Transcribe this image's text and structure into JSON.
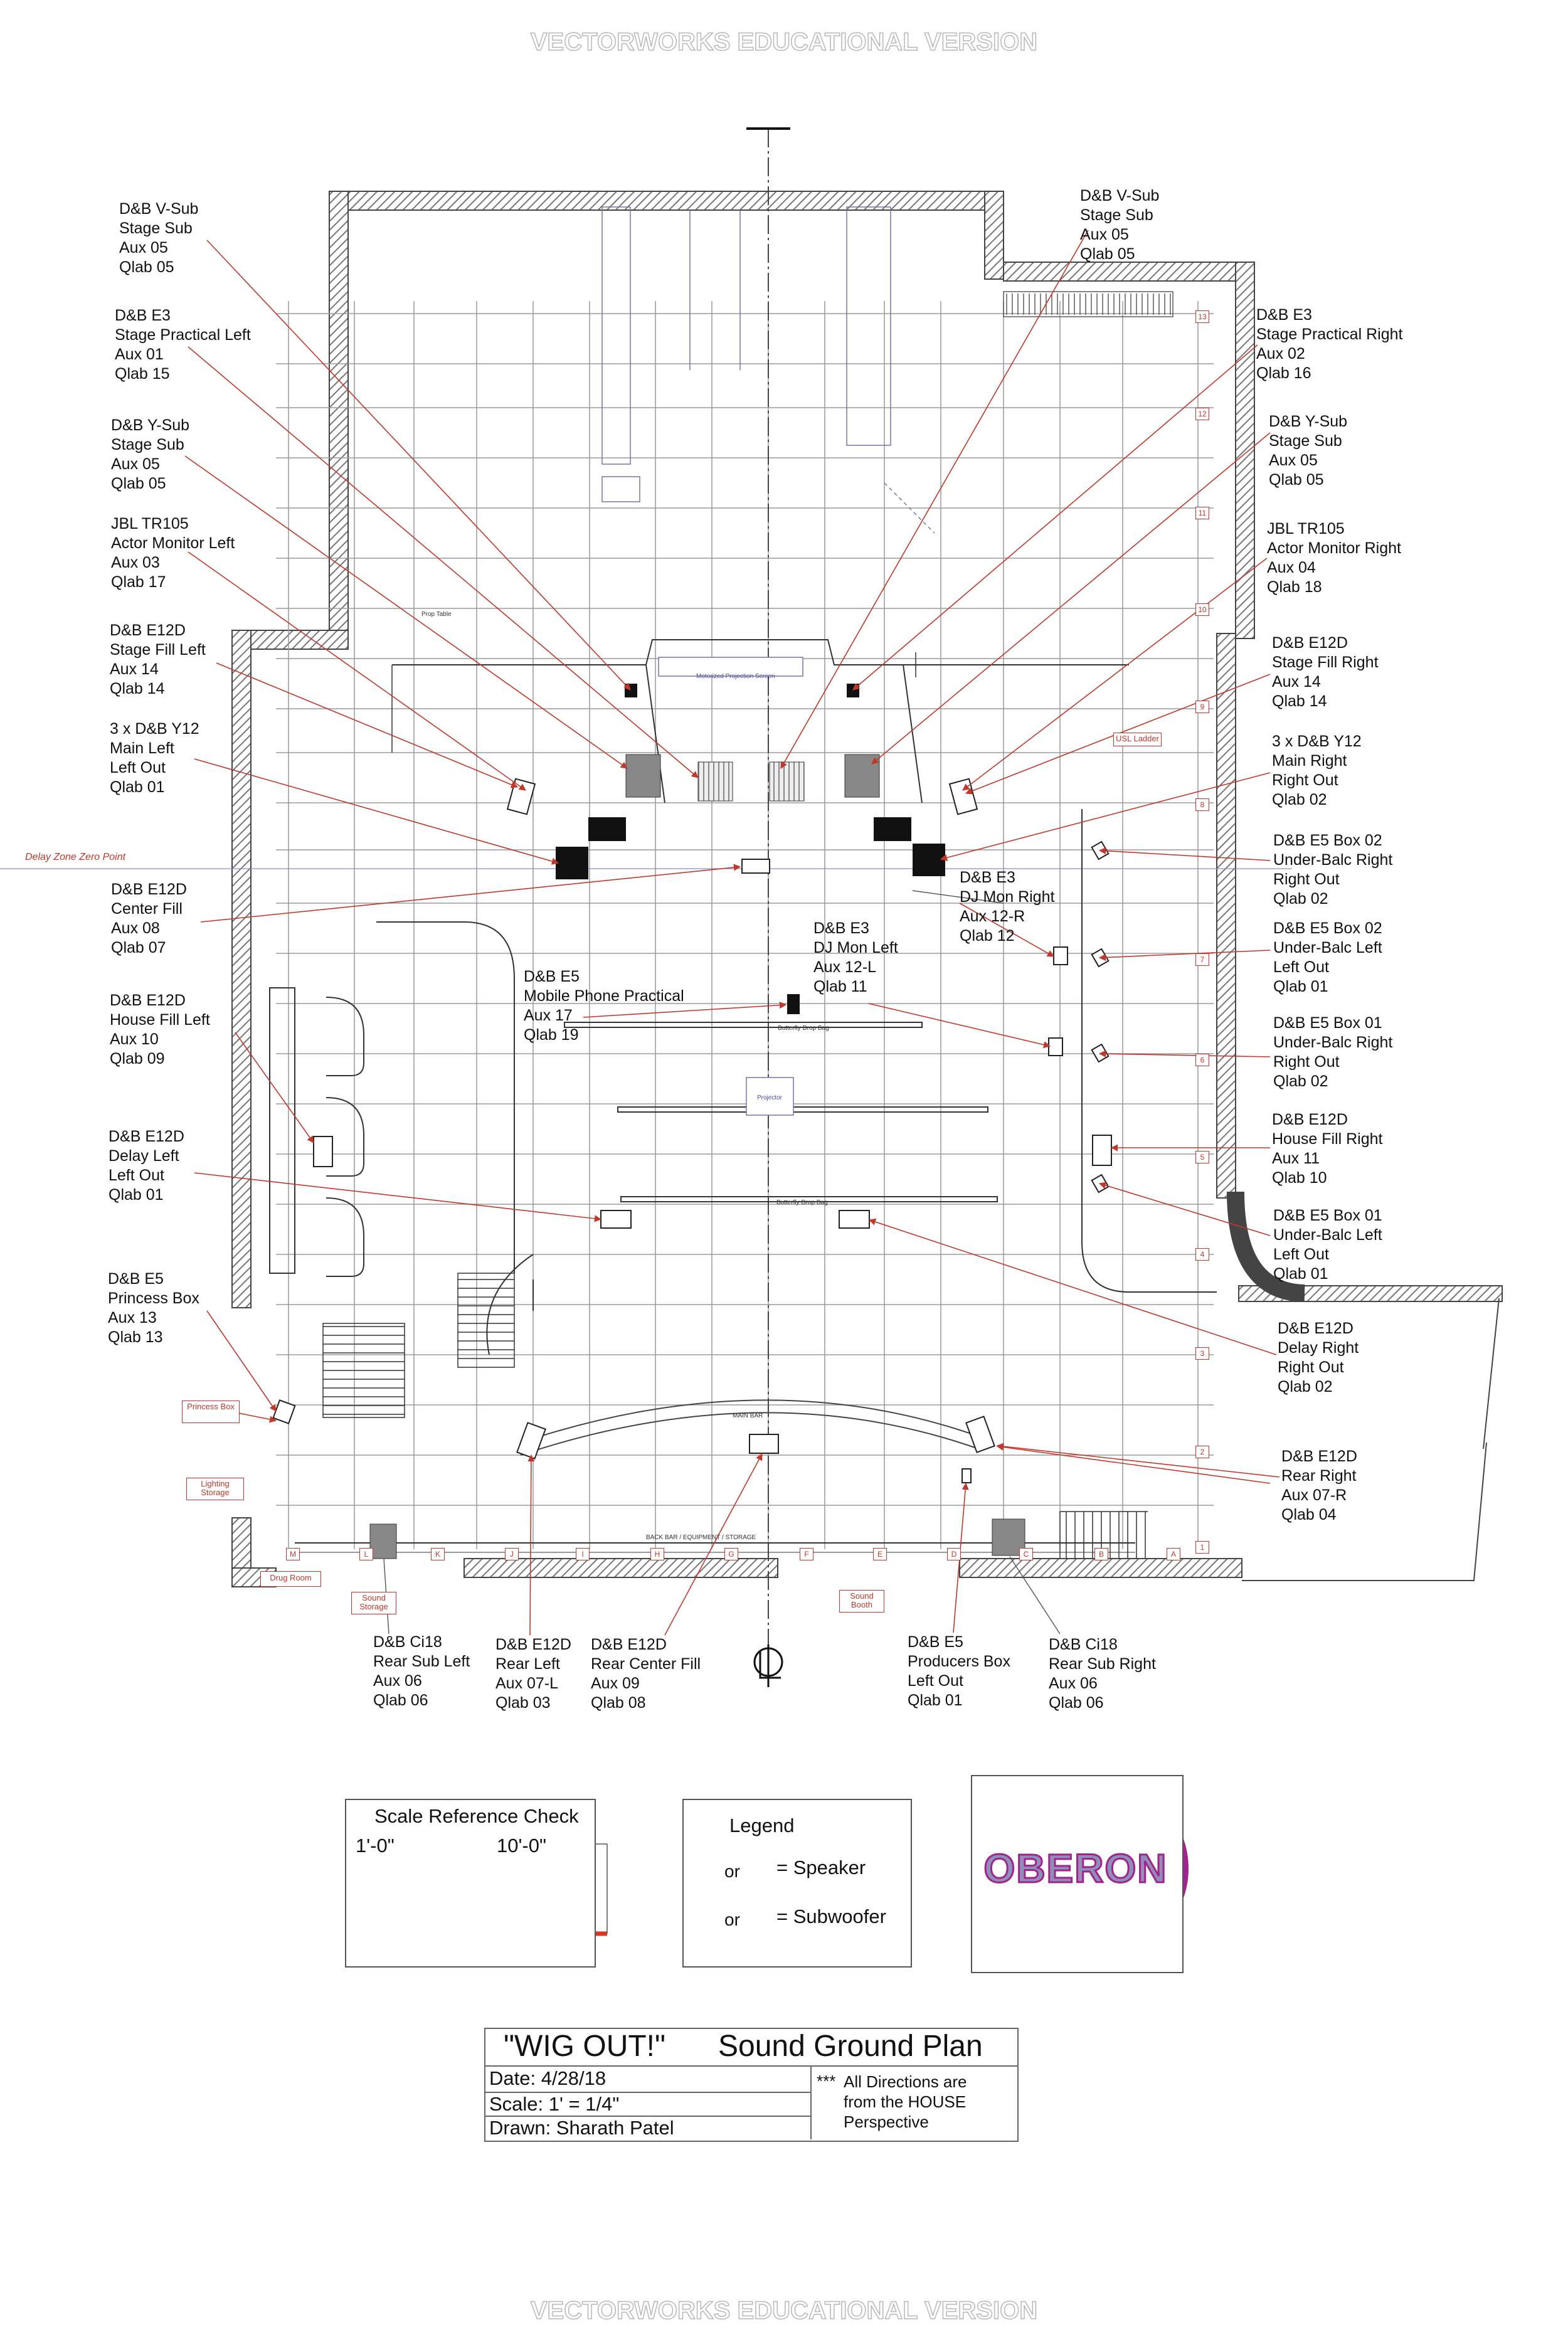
{
  "watermark": "VECTORWORKS EDUCATIONAL VERSION",
  "delay_zone": "Delay Zone Zero Point",
  "callouts": {
    "vsub_left": [
      "D&B V-Sub",
      "Stage Sub",
      "Aux 05",
      "Qlab 05"
    ],
    "e3_left": [
      "D&B E3",
      "Stage Practical Left",
      "Aux 01",
      "Qlab 15"
    ],
    "ysub_left": [
      "D&B Y-Sub",
      "Stage Sub",
      "Aux 05",
      "Qlab 05"
    ],
    "jbl_left": [
      "JBL TR105",
      "Actor Monitor Left",
      "Aux 03",
      "Qlab 17"
    ],
    "e12d_stagefill_left": [
      "D&B E12D",
      "Stage Fill Left",
      "Aux 14",
      "Qlab 14"
    ],
    "y12_left": [
      "3 x D&B Y12",
      "Main Left",
      "Left Out",
      "Qlab 01"
    ],
    "e12d_center": [
      "D&B E12D",
      "Center Fill",
      "Aux 08",
      "Qlab 07"
    ],
    "e12d_housefill_left": [
      "D&B E12D",
      "House Fill Left",
      "Aux 10",
      "Qlab 09"
    ],
    "e12d_delay_left": [
      "D&B E12D",
      "Delay Left",
      "Left Out",
      "Qlab 01"
    ],
    "e5_princess": [
      "D&B E5",
      "Princess Box",
      "Aux 13",
      "Qlab 13"
    ],
    "e5_mobile": [
      "D&B E5",
      "Mobile Phone Practical",
      "Aux 17",
      "Qlab 19"
    ],
    "e3_djmon_left": [
      "D&B E3",
      "DJ Mon Left",
      "Aux 12-L",
      "Qlab 11"
    ],
    "e3_djmon_right": [
      "D&B E3",
      "DJ Mon Right",
      "Aux 12-R",
      "Qlab 12"
    ],
    "vsub_right": [
      "D&B V-Sub",
      "Stage Sub",
      "Aux 05",
      "Qlab 05"
    ],
    "e3_right": [
      "D&B E3",
      "Stage Practical Right",
      "Aux 02",
      "Qlab 16"
    ],
    "ysub_right": [
      "D&B Y-Sub",
      "Stage Sub",
      "Aux 05",
      "Qlab 05"
    ],
    "jbl_right": [
      "JBL TR105",
      "Actor Monitor Right",
      "Aux 04",
      "Qlab 18"
    ],
    "e12d_stagefill_right": [
      "D&B E12D",
      "Stage Fill Right",
      "Aux 14",
      "Qlab 14"
    ],
    "y12_right": [
      "3 x D&B Y12",
      "Main Right",
      "Right Out",
      "Qlab 02"
    ],
    "e5_box02_right": [
      "D&B E5 Box 02",
      "Under-Balc Right",
      "Right Out",
      "Qlab 02"
    ],
    "e5_box02_left": [
      "D&B E5 Box 02",
      "Under-Balc Left",
      "Left Out",
      "Qlab 01"
    ],
    "e5_box01_right": [
      "D&B E5 Box 01",
      "Under-Balc Right",
      "Right Out",
      "Qlab 02"
    ],
    "e12d_housefill_right": [
      "D&B E12D",
      "House Fill Right",
      "Aux 11",
      "Qlab 10"
    ],
    "e5_box01_left": [
      "D&B E5 Box 01",
      "Under-Balc Left",
      "Left Out",
      "Qlab 01"
    ],
    "e12d_delay_right": [
      "D&B E12D",
      "Delay Right",
      "Right Out",
      "Qlab 02"
    ],
    "e12d_rear_right": [
      "D&B E12D",
      "Rear Right",
      "Aux 07-R",
      "Qlab 04"
    ],
    "ci18_rear_left": [
      "D&B Ci18",
      "Rear Sub Left",
      "Aux 06",
      "Qlab 06"
    ],
    "e12d_rear_left": [
      "D&B E12D",
      "Rear Left",
      "Aux 07-L",
      "Qlab 03"
    ],
    "e12d_rear_center": [
      "D&B E12D",
      "Rear Center Fill",
      "Aux 09",
      "Qlab 08"
    ],
    "e5_producers": [
      "D&B E5",
      "Producers Box",
      "Left Out",
      "Qlab 01"
    ],
    "ci18_rear_right": [
      "D&B Ci18",
      "Rear Sub Right",
      "Aux 06",
      "Qlab 06"
    ]
  },
  "rooms": {
    "princess_box": "Princess Box",
    "lighting_storage": "Lighting Storage",
    "drug_room": "Drug Room",
    "sound_storage": "Sound Storage",
    "sound_booth": "Sound Booth",
    "usl_ladder": "USL Ladder"
  },
  "plan_labels": {
    "motorized_screen": "Motorized Projection Screen",
    "prop_table": "Prop Table",
    "butterfly_drop_bag_1": "Butterfly Drop Bag",
    "butterfly_drop_bag_2": "Butterfly Drop Bag",
    "projector": "Projector",
    "main_bar": "MAIN BAR",
    "back_bar": "BACK BAR / EQUIPMENT / STORAGE"
  },
  "grid_numbers": [
    "13",
    "12",
    "11",
    "10",
    "9",
    "8",
    "7",
    "6",
    "5",
    "4",
    "3",
    "2",
    "1"
  ],
  "grid_letters": [
    "M",
    "L",
    "K",
    "J",
    "I",
    "H",
    "G",
    "F",
    "E",
    "D",
    "C",
    "B",
    "A"
  ],
  "scale_box": {
    "title": "Scale Reference Check",
    "one_foot": "1'-0\"",
    "ten_foot": "10'-0\""
  },
  "legend": {
    "title": "Legend",
    "or1": "or",
    "or2": "or",
    "speaker": "= Speaker",
    "subwoofer": "= Subwoofer"
  },
  "logo": "OBERON",
  "title_block": {
    "show": "\"WIG OUT!\"",
    "plan": "Sound Ground Plan",
    "date": "Date: 4/28/18",
    "scale": "Scale: 1' = 1/4\"",
    "drawn": "Drawn: Sharath Patel",
    "note_marker": "***",
    "note": [
      "All Directions are",
      "from the HOUSE",
      "Perspective"
    ]
  },
  "colors": {
    "leader": "#c0392b",
    "wall": "#555555",
    "grid": "#9a9a9a",
    "logo_ring": "#a2238f",
    "logo_fill": "#8f8fb8",
    "scale_bar": "#e0341c"
  }
}
